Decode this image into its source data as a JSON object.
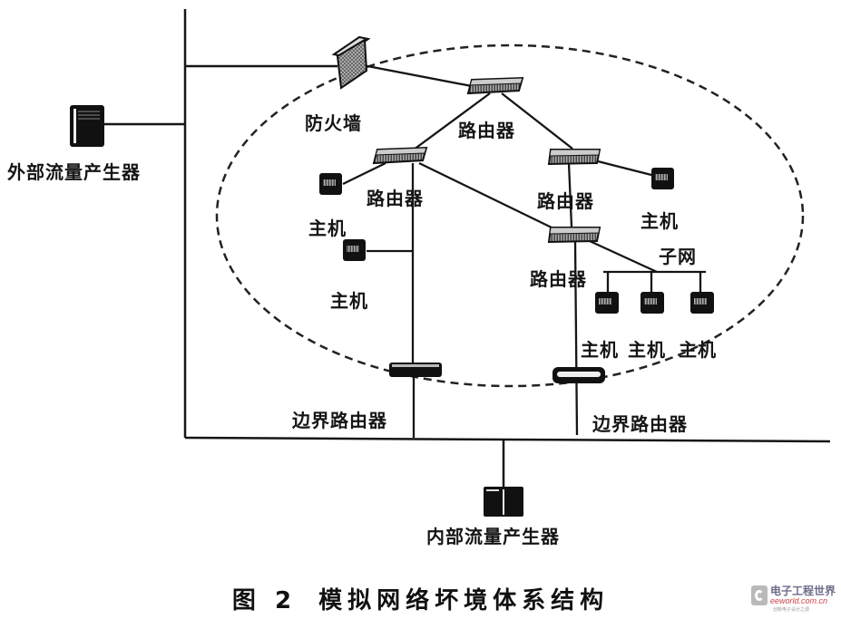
{
  "figure": {
    "caption_number": "图 2",
    "caption_title": "模拟网络坏境体系结构"
  },
  "nodes": {
    "external_generator": "外部流量产生器",
    "firewall": "防火墙",
    "core_router": "路由器",
    "left_router": "路由器",
    "right_router": "路由器",
    "mid_router": "路由器",
    "host_left_top": "主机",
    "host_left_mid": "主机",
    "host_right_top": "主机",
    "subnet": "子网",
    "subnet_hosts": [
      "主机",
      "主机",
      "主机"
    ],
    "border_router_left": "边界路由器",
    "border_router_right": "边界路由器",
    "internal_generator": "内部流量产生器"
  },
  "watermark": {
    "line1": "电子工程世界",
    "line2": "eeworld.com.cn",
    "line3": "创新电子设计之源"
  }
}
